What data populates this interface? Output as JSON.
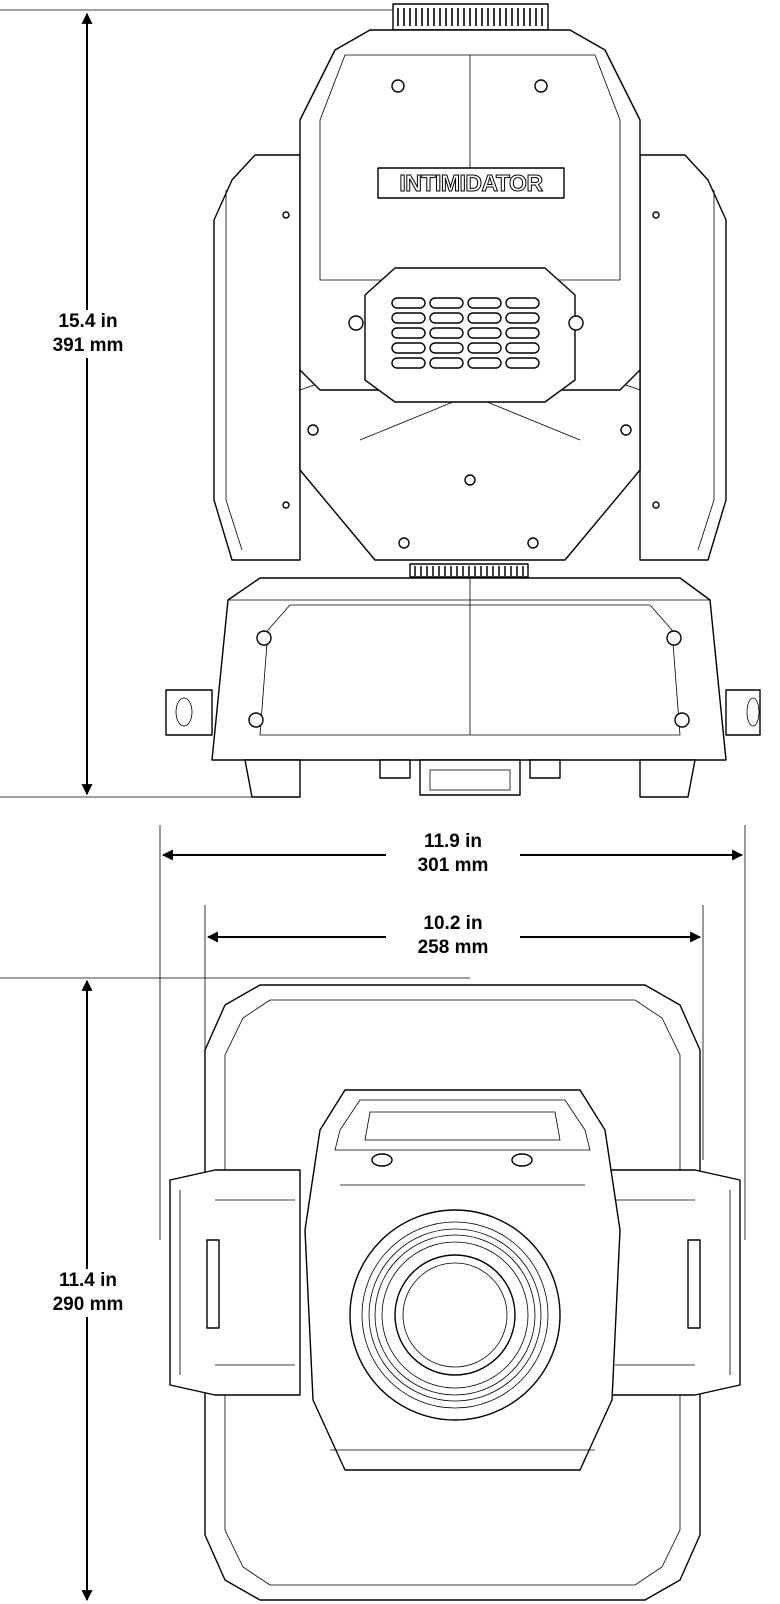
{
  "brand_logo_text": "INTIMIDATOR",
  "dimensions": {
    "height": {
      "inches": "15.4 in",
      "mm": "391 mm"
    },
    "outer_width": {
      "inches": "11.9 in",
      "mm": "301 mm"
    },
    "inner_width": {
      "inches": "10.2 in",
      "mm": "258 mm"
    },
    "depth": {
      "inches": "11.4 in",
      "mm": "290 mm"
    }
  }
}
